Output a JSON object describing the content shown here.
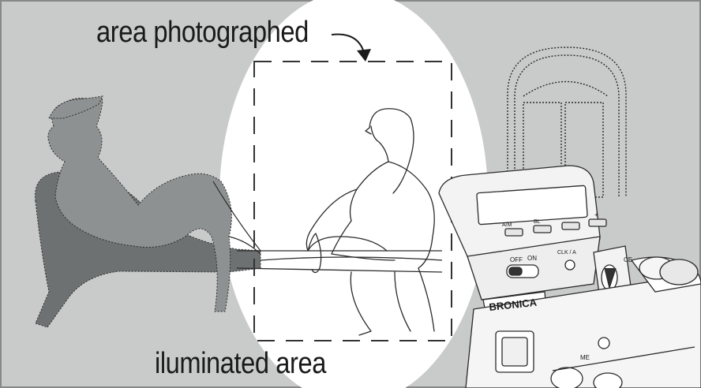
{
  "diagram": {
    "labels": {
      "area_photographed": "area photographed",
      "illuminated_area": "iluminated area"
    },
    "camera_text": {
      "brand": "BRONICA",
      "switch_off": "OFF",
      "switch_on": "ON",
      "button_am": "A/M",
      "button_bl": "BL",
      "button_minus": "-",
      "button_plus": "+",
      "cl_label": "CLK / A",
      "ce_label": "CE",
      "me_label": "ME"
    },
    "colors": {
      "background": "#c9cbca",
      "spotlight": "#ffffff",
      "silhouette_figure": "#8e9192",
      "silhouette_chair": "#6e7172",
      "line": "#2b2b2b",
      "dashed_frame": "#333333"
    }
  }
}
